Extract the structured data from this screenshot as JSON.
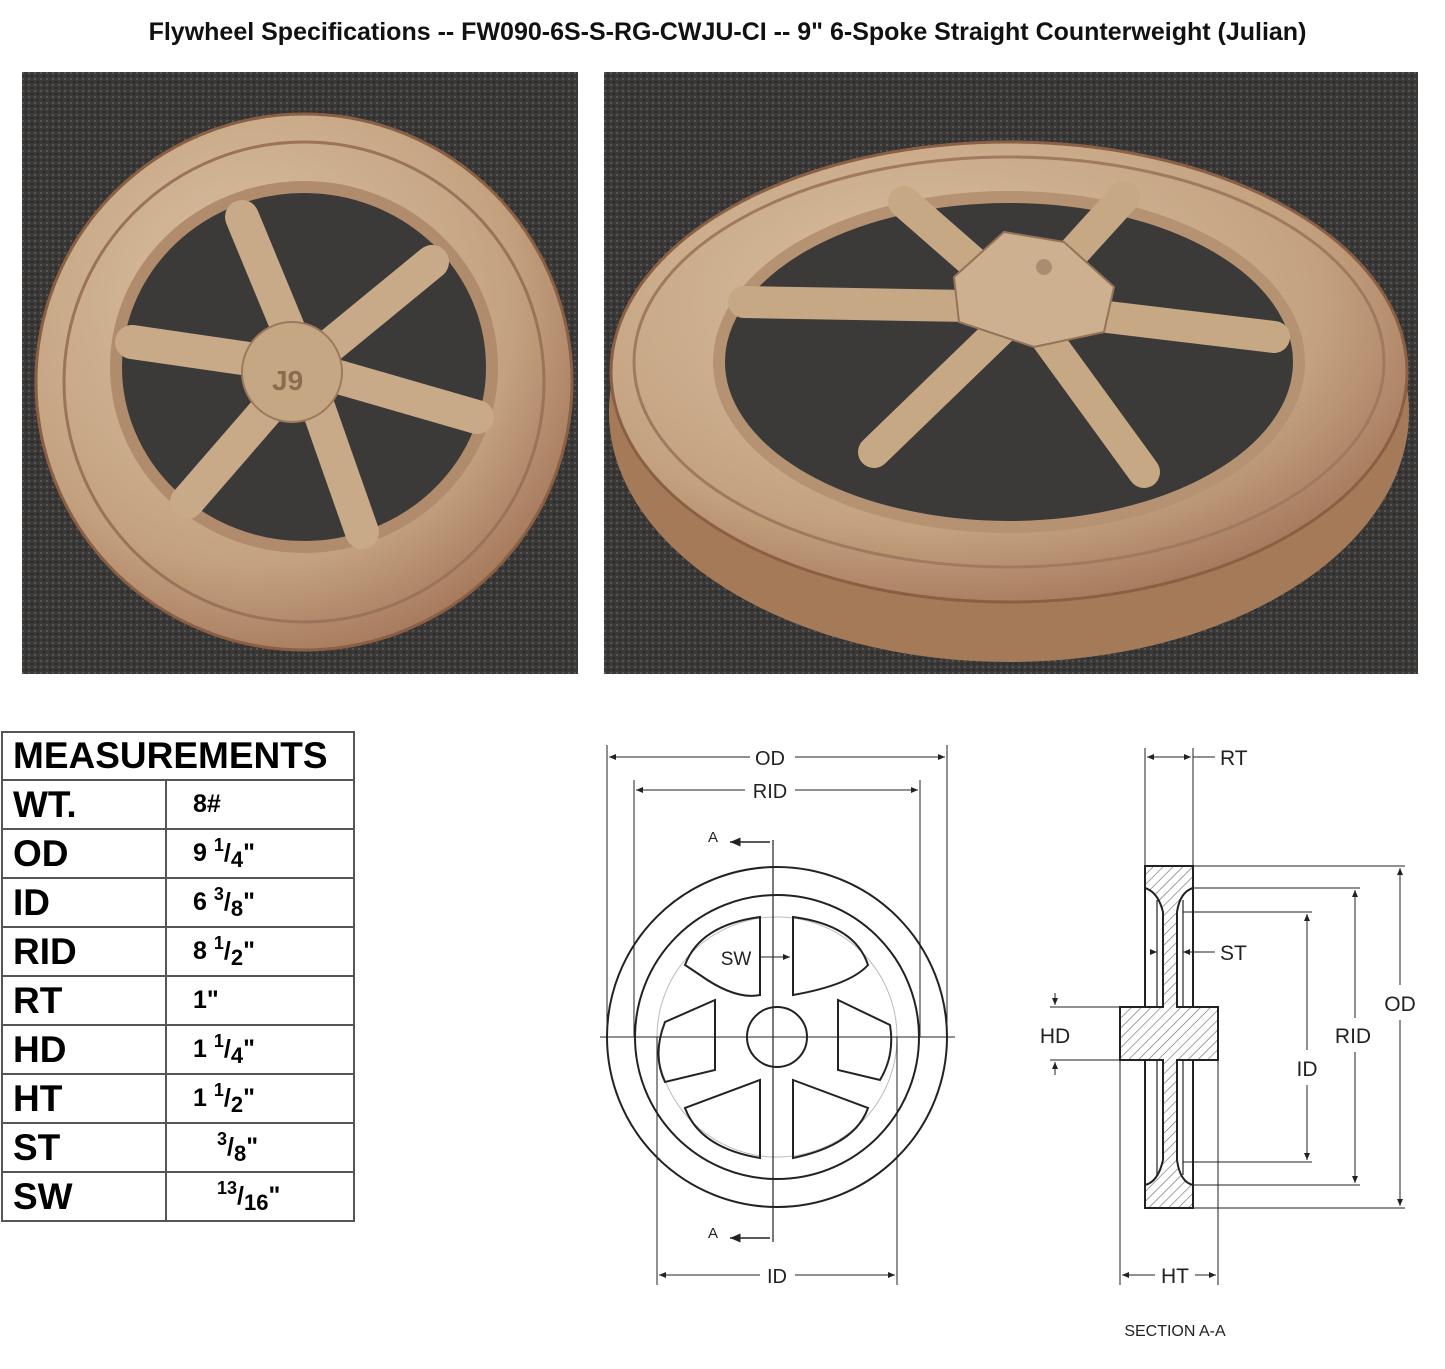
{
  "title": "Flywheel Specifications -- FW090-6S-S-RG-CWJU-CI -- 9\" 6-Spoke Straight Counterweight (Julian)",
  "photos": {
    "hub_marking": "J9"
  },
  "measurements": {
    "header": "MEASUREMENTS",
    "rows": [
      {
        "label": "WT.",
        "whole": "8#",
        "num": "",
        "den": "",
        "unit": ""
      },
      {
        "label": "OD",
        "whole": "9",
        "num": "1",
        "den": "4",
        "unit": "\""
      },
      {
        "label": "ID",
        "whole": "6",
        "num": "3",
        "den": "8",
        "unit": "\""
      },
      {
        "label": "RID",
        "whole": "8",
        "num": "1",
        "den": "2",
        "unit": "\""
      },
      {
        "label": "RT",
        "whole": "1\"",
        "num": "",
        "den": "",
        "unit": ""
      },
      {
        "label": "HD",
        "whole": "1",
        "num": "1",
        "den": "4",
        "unit": "\""
      },
      {
        "label": "HT",
        "whole": "1",
        "num": "1",
        "den": "2",
        "unit": "\""
      },
      {
        "label": "ST",
        "whole": "",
        "num": "3",
        "den": "8",
        "unit": "\""
      },
      {
        "label": "SW",
        "whole": "",
        "num": "13",
        "den": "16",
        "unit": "\""
      }
    ]
  },
  "front_view": {
    "od": "OD",
    "rid": "RID",
    "id": "ID",
    "sw": "SW",
    "section_mark": "A"
  },
  "section_view": {
    "rt": "RT",
    "st": "ST",
    "hd": "HD",
    "od": "OD",
    "rid": "RID",
    "id": "ID",
    "ht": "HT",
    "caption": "SECTION A-A"
  }
}
